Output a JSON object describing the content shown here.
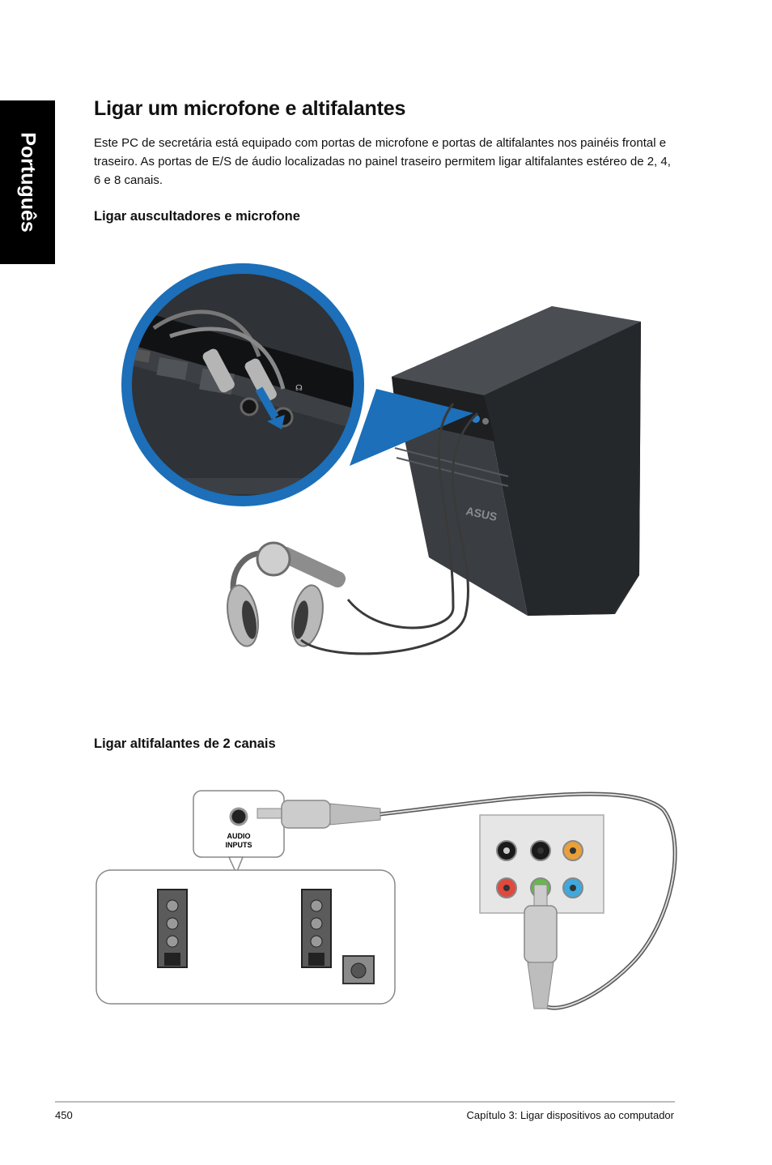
{
  "sidebar": {
    "language_tab": "Português"
  },
  "section": {
    "title": "Ligar um microfone e altifalantes",
    "intro": "Este PC de secretária está equipado com portas de microfone e portas de altifalantes nos painéis frontal e traseiro. As portas de E/S de áudio localizadas no painel traseiro permitem ligar altifalantes estéreo de 2, 4, 6 e 8 canais."
  },
  "subsections": [
    {
      "heading": "Ligar auscultadores e microfone"
    },
    {
      "heading": "Ligar altifalantes de 2 canais"
    }
  ],
  "figure_headset": {
    "brand_logo": "ASUS",
    "icon": "headphone-icon"
  },
  "figure_speakers": {
    "callout_label": "AUDIO INPUTS",
    "jack_colors": {
      "black": "#1a1a1a",
      "orange": "#e8a03a",
      "pink": "#e0493f",
      "green": "#66b94a",
      "blue": "#3fa9dd",
      "gray": "#ededed"
    }
  },
  "footer": {
    "page_number": "450",
    "chapter": "Capítulo 3: Ligar dispositivos ao computador"
  }
}
